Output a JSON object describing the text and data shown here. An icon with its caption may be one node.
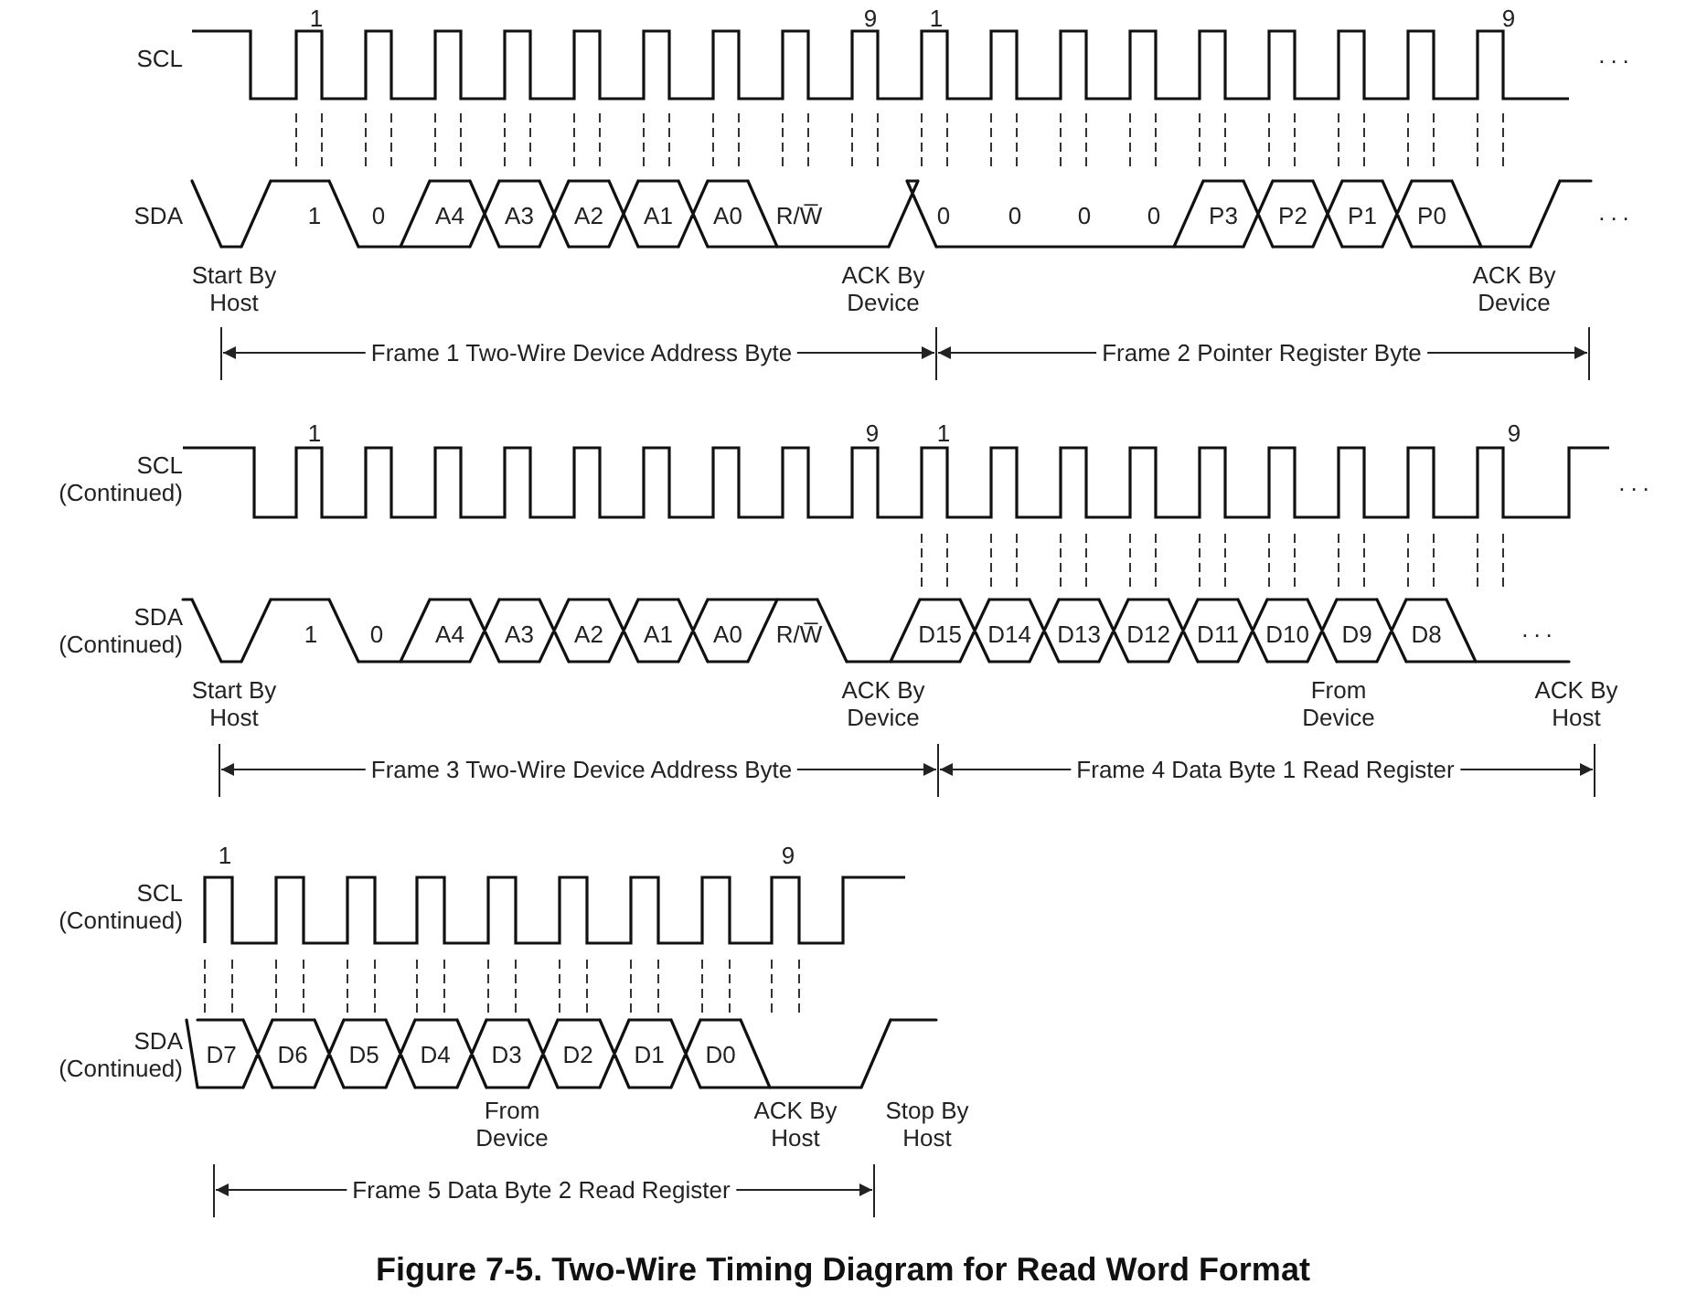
{
  "diagram": {
    "caption": "Figure 7-5. Two-Wire Timing Diagram for Read Word Format",
    "labels": [
      "1",
      "9",
      "1",
      "9",
      "SCL",
      "...",
      "SDA",
      "1",
      "0",
      "A4",
      "A3",
      "A2",
      "A1",
      "A0",
      "R/W̅",
      "0",
      "0",
      "0",
      "0",
      "P3",
      "P2",
      "P1",
      "P0",
      "...",
      "Start By Host",
      "ACK By Device",
      "ACK By Device",
      "Frame 1 Two-Wire Device Address Byte",
      "Frame 2 Pointer Register Byte",
      "1",
      "9",
      "1",
      "9",
      "SCL (Continued)",
      "...",
      "SDA (Continued)",
      "1",
      "0",
      "A4",
      "A3",
      "A2",
      "A1",
      "A0",
      "R/W̅",
      "D15",
      "D14",
      "D13",
      "D12",
      "D11",
      "D10",
      "D9",
      "D8",
      "...",
      "Start By Host",
      "ACK By Device",
      "From Device",
      "ACK By Host",
      "Frame 3 Two-Wire Device Address Byte",
      "Frame 4 Data Byte 1 Read Register",
      "1",
      "9",
      "SCL (Continued)",
      "SDA (Continued)",
      "D7",
      "D6",
      "D5",
      "D4",
      "D3",
      "D2",
      "D1",
      "D0",
      "From Device",
      "ACK By Host",
      "Stop By Host",
      "Frame 5 Data Byte 2 Read Register"
    ]
  }
}
